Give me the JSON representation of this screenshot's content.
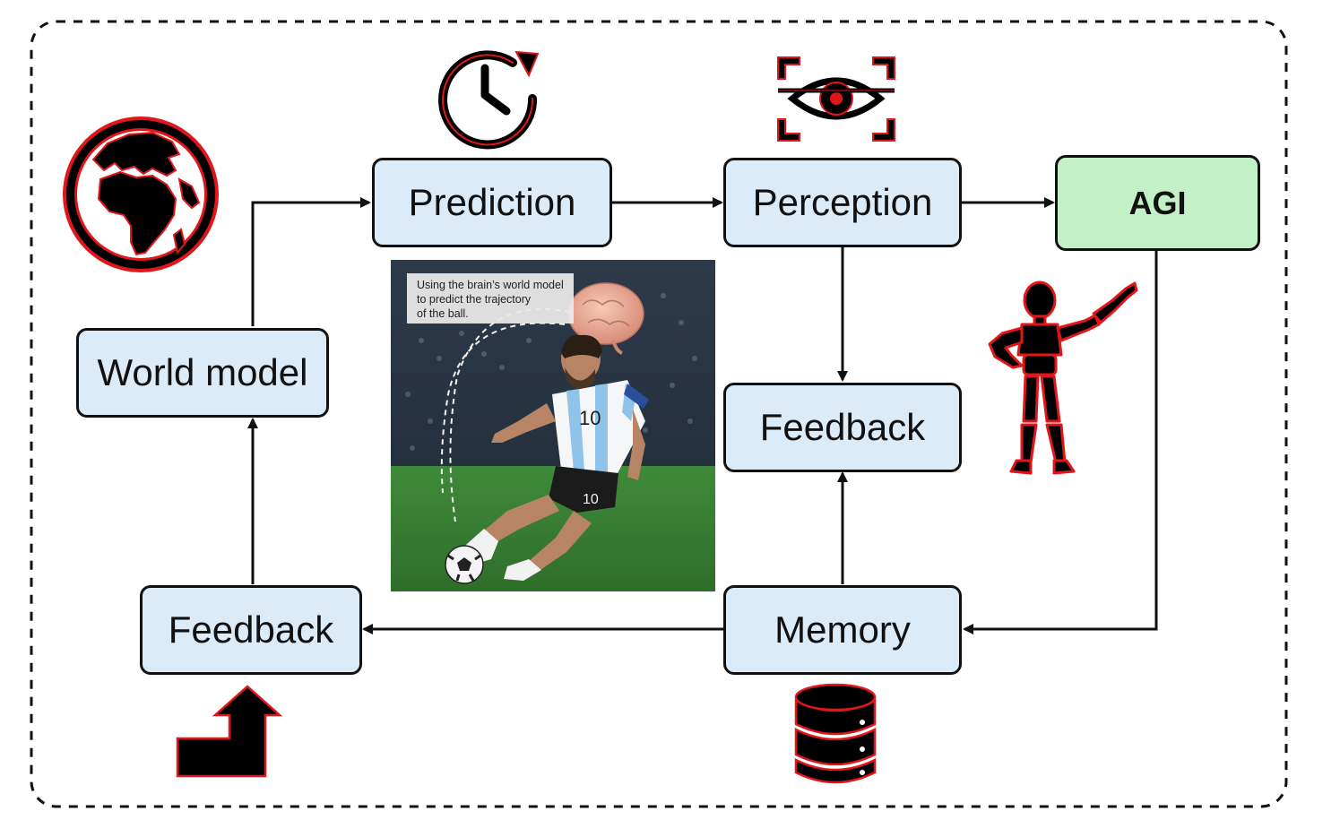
{
  "nodes": {
    "prediction": "Prediction",
    "perception": "Perception",
    "agi": "AGI",
    "world_model": "World model",
    "feedback_center": "Feedback",
    "feedback_left": "Feedback",
    "memory": "Memory"
  },
  "illustration": {
    "caption_lines": [
      "Using the brain’s world model",
      "to predict the trajectory",
      "of the ball."
    ],
    "jersey_number": "10"
  },
  "colors": {
    "node_fill": "#dcebf8",
    "agi_fill": "#c3f0c6",
    "icon_accent": "#e0161b",
    "icon_fill": "#000000"
  },
  "icons": [
    "globe-icon",
    "clock-refresh-icon",
    "eye-scan-icon",
    "robot-figure-icon",
    "database-icon",
    "turn-up-arrow-icon"
  ]
}
